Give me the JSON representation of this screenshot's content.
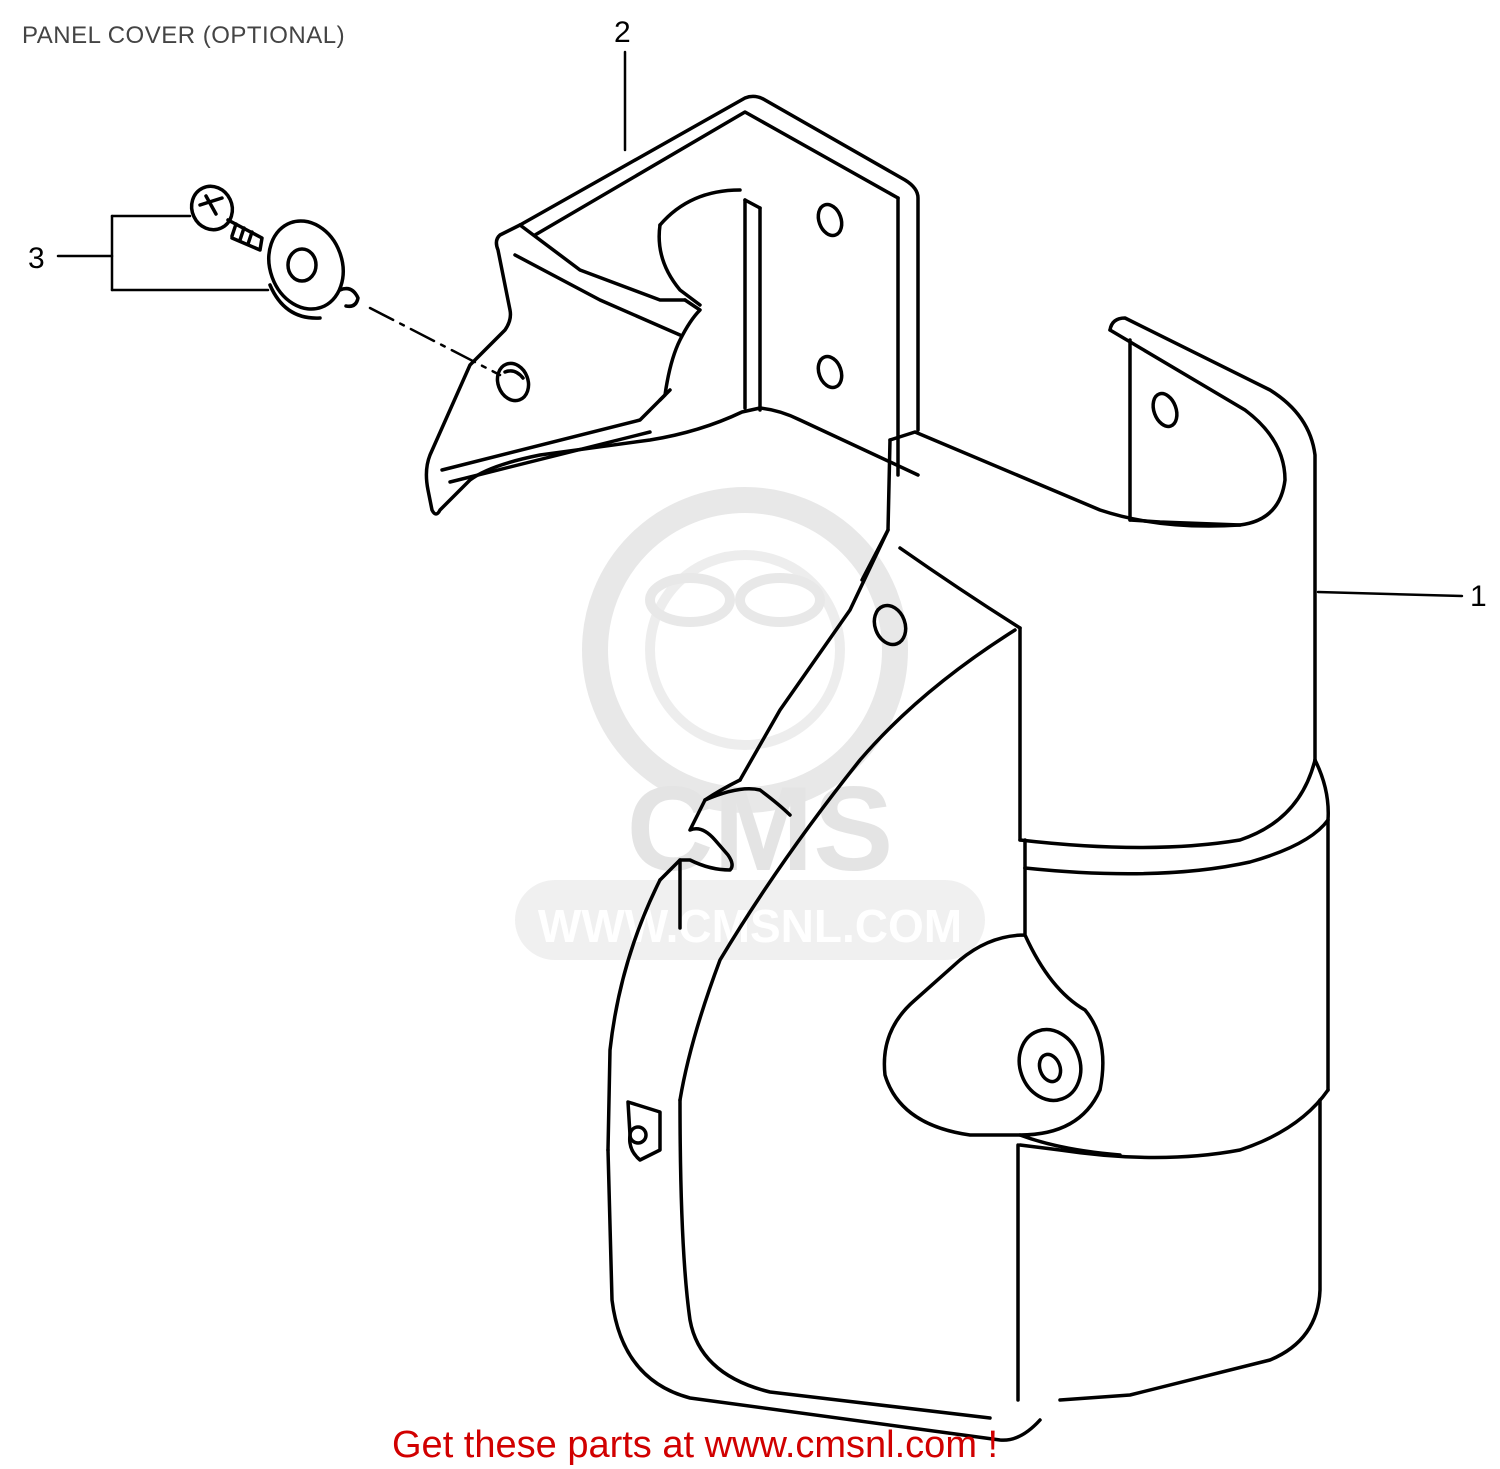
{
  "header": {
    "title": "PANEL COVER (OPTIONAL)"
  },
  "callouts": [
    {
      "id": "1",
      "label": "1"
    },
    {
      "id": "2",
      "label": "2"
    },
    {
      "id": "3",
      "label": "3"
    }
  ],
  "watermark": {
    "brand": "CMS",
    "url": "WWW.CMSNL.COM"
  },
  "footer": {
    "text": "Get these parts at www.cmsnl.com !"
  },
  "colors": {
    "line": "#000000",
    "footer": "#d10000",
    "watermark": "#e2e2e2"
  }
}
